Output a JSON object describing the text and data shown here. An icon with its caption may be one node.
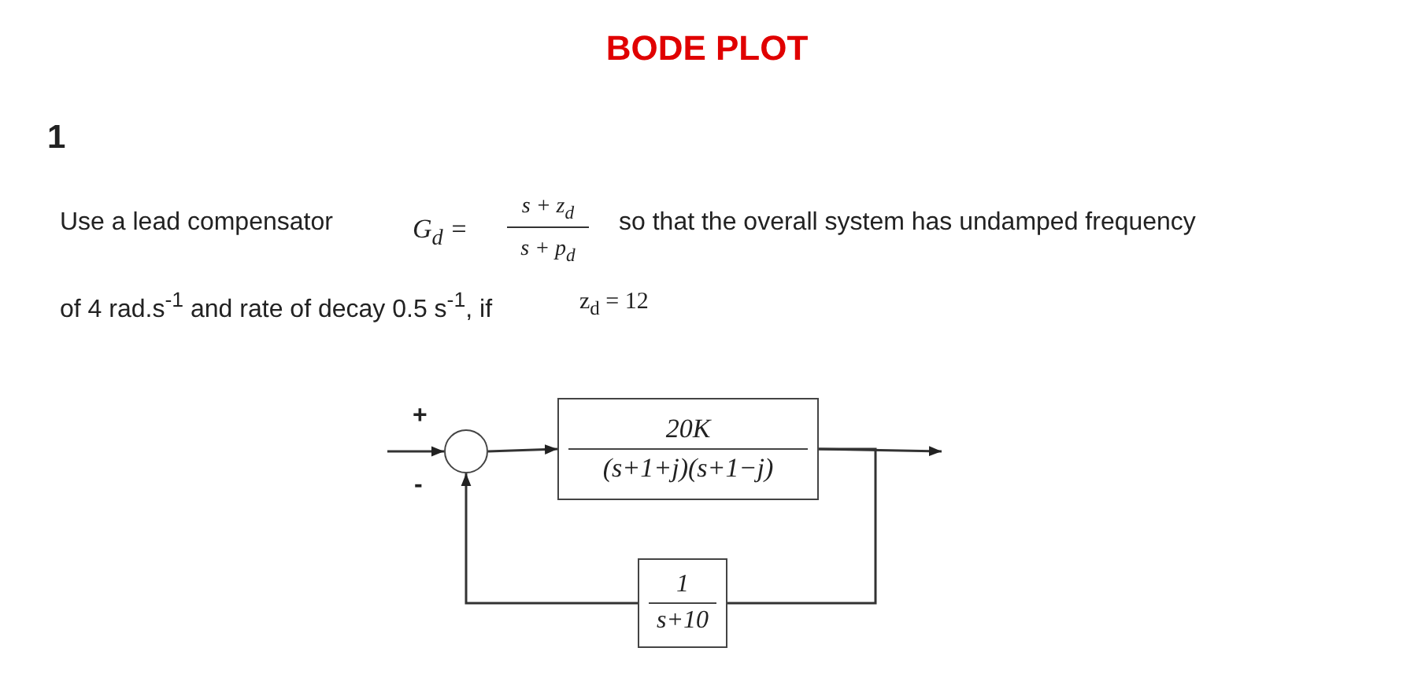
{
  "diagram": {
    "title": "BODE PLOT",
    "nodes": [
      {
        "text": [],
        "shape": "circle"
      },
      {
        "text": [
          "20K",
          "(s+1+j)(s+1−j)"
        ]
      },
      {
        "text": [
          "1",
          "s+10"
        ]
      }
    ],
    "edges": [
      {
        "from": null,
        "to": 0,
        "arrow": "to"
      },
      {
        "from": 0,
        "to": 1,
        "arrow": "to"
      },
      {
        "from": 1,
        "to": null,
        "arrow": "to"
      },
      {
        "from": 1,
        "to": 2,
        "arrow": "none"
      },
      {
        "from": 2,
        "to": 0,
        "arrow": "to"
      }
    ],
    "labels": [
      "1",
      "Use a lead compensator",
      "G$_{d}$ =",
      "s + z$_{d}$",
      "s + p$_{d}$",
      "so that the overall system has undamped frequency",
      "of 4 rad.s$^{-1}$ and rate of decay 0.5 s$^{-1}$, if",
      "z$_{d}$ = 12",
      "+",
      "-"
    ]
  }
}
